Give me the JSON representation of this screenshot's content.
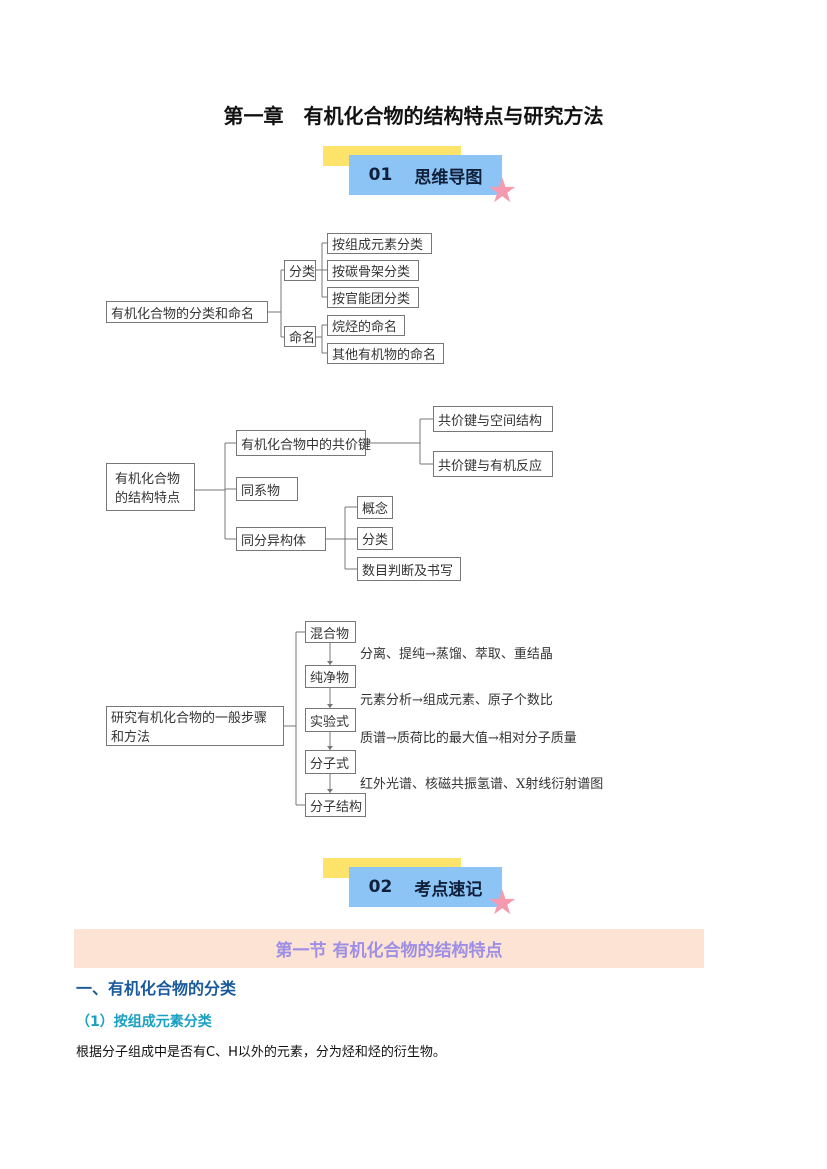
{
  "title": "第一章　有机化合物的结构特点与研究方法",
  "banner1": {
    "num": "01",
    "label": "思维导图"
  },
  "map1": {
    "root": "有机化合物的分类和命名",
    "b1": "分类",
    "b2": "命名",
    "l1": "按组成元素分类",
    "l2": "按碳骨架分类",
    "l3": "按官能团分类",
    "l4": "烷烃的命名",
    "l5": "其他有机物的命名"
  },
  "map2": {
    "root_line1": "有机化合物",
    "root_line2": "的结构特点",
    "b1": "有机化合物中的共价键",
    "b2": "同系物",
    "b3": "同分异构体",
    "l1": "共价键与空间结构",
    "l2": "共价键与有机反应",
    "l3": "概念",
    "l4": "分类",
    "l5": "数目判断及书写"
  },
  "map3": {
    "root_line1": "研究有机化合物的一般步骤",
    "root_line2": "和方法",
    "steps": [
      "混合物",
      "纯净物",
      "实验式",
      "分子式",
      "分子结构"
    ],
    "notes": [
      "分离、提纯→蒸馏、萃取、重结晶",
      "元素分析→组成元素、原子个数比",
      "质谱→质荷比的最大值→相对分子质量",
      "红外光谱、核磁共振氢谱、X射线衍射谱图"
    ]
  },
  "banner2": {
    "num": "02",
    "label": "考点速记"
  },
  "section": "第一节 有机化合物的结构特点",
  "heading1": "一、有机化合物的分类",
  "heading2": "（1）按组成元素分类",
  "paragraph": "根据分子组成中是否有C、H以外的元素，分为烃和烃的衍生物。"
}
